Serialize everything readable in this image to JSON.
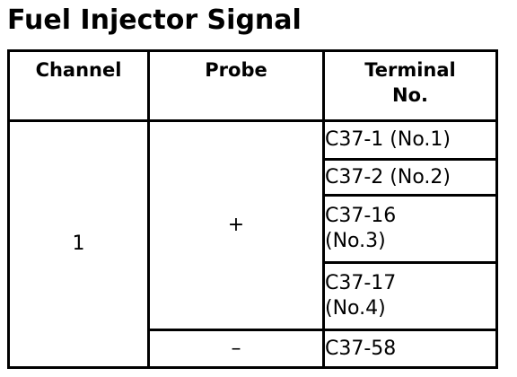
{
  "title": "Fuel Injector Signal",
  "table": {
    "headers": {
      "channel": "Channel",
      "probe": "Probe",
      "terminal_line1": "Terminal",
      "terminal_line2": "No."
    },
    "channel_value": "1",
    "probe_plus": "+",
    "probe_minus": "–",
    "terminals": [
      "C37-1 (No.1)",
      "C37-2 (No.2)",
      [
        "C37-16",
        "(No.3)"
      ],
      [
        "C37-17",
        "(No.4)"
      ],
      "C37-58"
    ]
  }
}
